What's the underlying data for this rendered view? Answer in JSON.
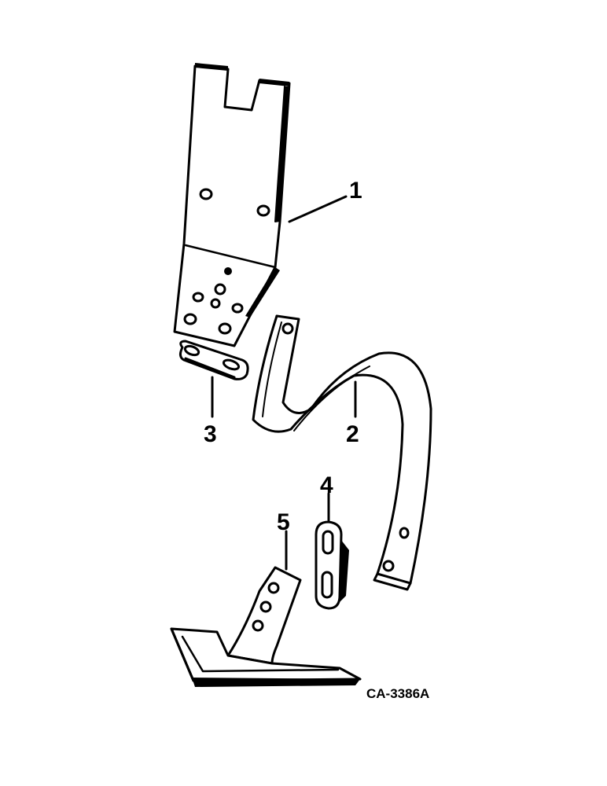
{
  "callouts": {
    "item_1": "1",
    "item_2": "2",
    "item_3": "3",
    "item_4": "4",
    "item_5": "5"
  },
  "reference_code": "CA-3386A",
  "colors": {
    "ink": "#000000",
    "paper": "#ffffff"
  }
}
